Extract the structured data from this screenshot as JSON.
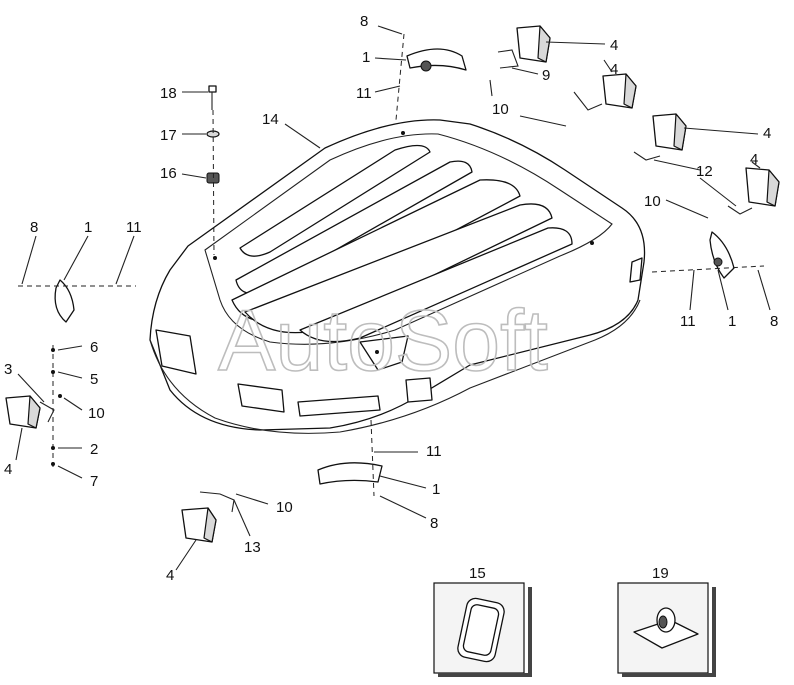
{
  "watermark": "AutoSoft",
  "callouts": {
    "c1a": "8",
    "c1b": "1",
    "c1c": "11",
    "c2a": "4",
    "c2b": "9",
    "c2c": "4",
    "c2d": "10",
    "c3a": "4",
    "c3b": "12",
    "c3c": "4",
    "c3d": "10",
    "c4a": "18",
    "c4b": "17",
    "c4c": "16",
    "c4d": "14",
    "c5a": "8",
    "c5b": "1",
    "c5c": "11",
    "c6a": "11",
    "c6b": "1",
    "c6c": "8",
    "c7a": "6",
    "c7b": "5",
    "c7c": "3",
    "c7d": "10",
    "c7e": "2",
    "c7f": "4",
    "c7g": "7",
    "c8a": "11",
    "c8b": "1",
    "c8c": "8",
    "c9a": "10",
    "c9b": "13",
    "c9c": "4",
    "inset15": "15",
    "inset19": "19"
  },
  "colors": {
    "line": "#111111",
    "watermark": "#bdbdbd",
    "panel": "#f4f4f4"
  },
  "icons": [
    "roof-cap-shell",
    "marker-lamp",
    "work-lamp",
    "lamp-bracket",
    "bolt",
    "washer",
    "nut",
    "seal-gasket",
    "mounting-pad"
  ]
}
